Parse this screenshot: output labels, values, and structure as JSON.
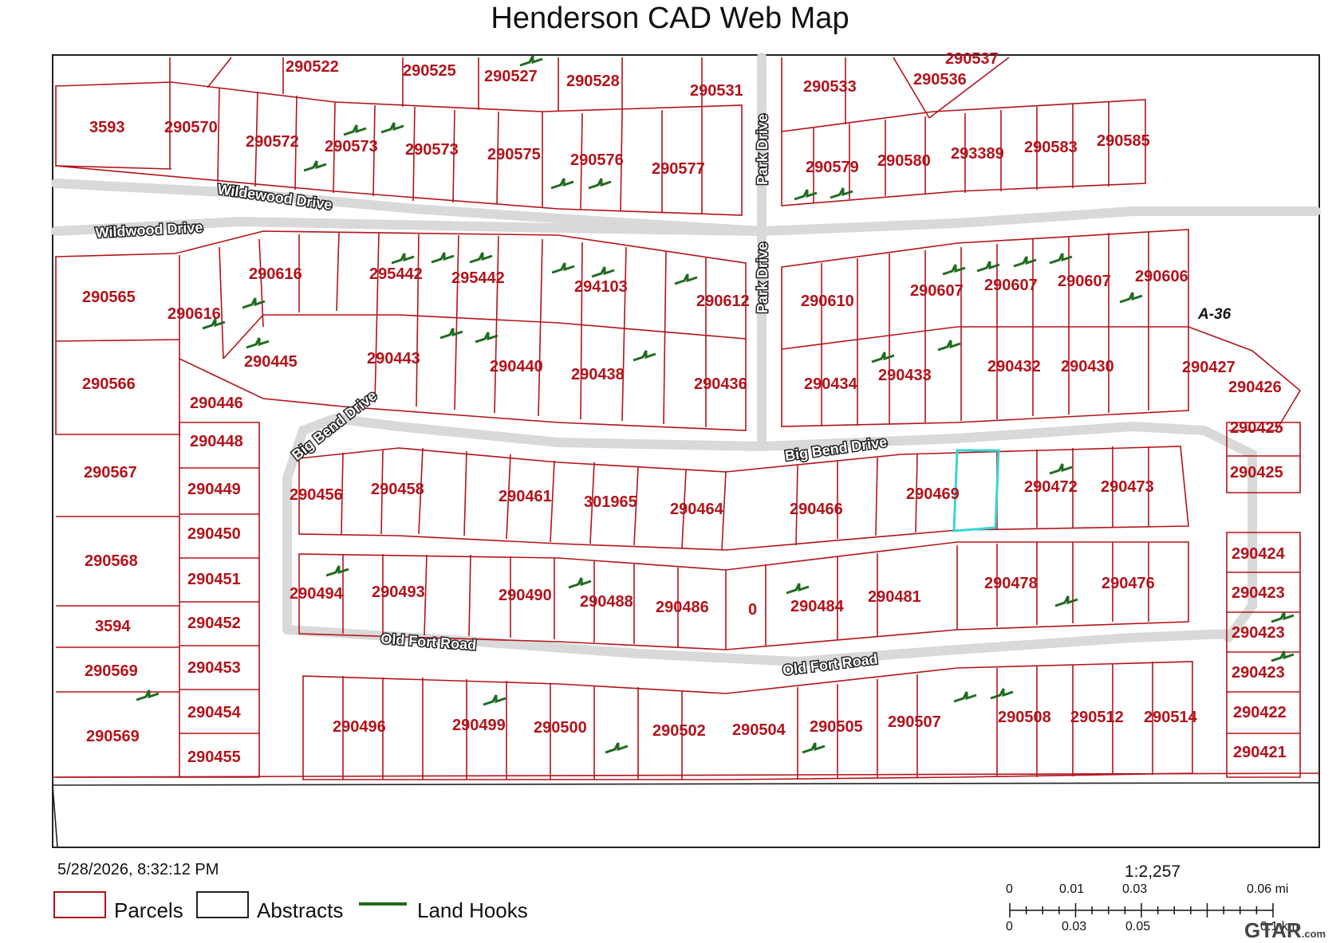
{
  "map": {
    "title": "Henderson CAD Web Map",
    "timestamp": "5/28/2026, 8:32:12 PM",
    "colors": {
      "parcel": "#b3131b",
      "abstract": "#222222",
      "land_hook": "#1f6b1f",
      "road": "#d8d8d8",
      "selected": "#35d6d6"
    },
    "abstract_label": "A-36",
    "roads": {
      "wildewood": "Wildewood Drive",
      "wildwood": "Wildwood Drive",
      "park_north": "Park Drive",
      "park_south": "Park Drive",
      "bigbend_west": "Big Bend Drive",
      "bigbend_east": "Big Bend Drive",
      "oldfort_west": "Old Fort Road",
      "oldfort_east": "Old Fort Road"
    },
    "parcels": [
      "290522",
      "290525",
      "290527",
      "290528",
      "290531",
      "290533",
      "290536",
      "290537",
      "3593",
      "290570",
      "290572",
      "290573",
      "290573",
      "290575",
      "290576",
      "290577",
      "290579",
      "290580",
      "293389",
      "290583",
      "290585",
      "290565",
      "290616",
      "295442",
      "295442",
      "294103",
      "290612",
      "290610",
      "290607",
      "290607",
      "290607",
      "290606",
      "290616",
      "290566",
      "290445",
      "290443",
      "290440",
      "290438",
      "290436",
      "290434",
      "290433",
      "290432",
      "290430",
      "290427",
      "290426",
      "290446",
      "290448",
      "290425",
      "290425",
      "290567",
      "290449",
      "290456",
      "290458",
      "290461",
      "301965",
      "290464",
      "290466",
      "290469",
      "290472",
      "290473",
      "290450",
      "290568",
      "290451",
      "290424",
      "290494",
      "290493",
      "290490",
      "290488",
      "290486",
      "0",
      "290484",
      "290481",
      "290478",
      "290476",
      "290423",
      "3594",
      "290452",
      "290423",
      "290569",
      "290453",
      "290423",
      "290454",
      "290569",
      "290496",
      "290499",
      "290500",
      "290502",
      "290504",
      "290505",
      "290507",
      "290508",
      "290512",
      "290514",
      "290422",
      "290455",
      "290421"
    ]
  },
  "legend": {
    "parcels": "Parcels",
    "abstracts": "Abstracts",
    "land_hooks": "Land Hooks"
  },
  "scale": {
    "ratio": "1:2,257",
    "top_ticks": [
      "0",
      "0.01",
      "0.03",
      "0.06 mi"
    ],
    "bottom_ticks": [
      "0",
      "0.03",
      "0.05",
      "0.1 km"
    ]
  },
  "watermark": "GTAR",
  "watermark_suffix": ".com"
}
